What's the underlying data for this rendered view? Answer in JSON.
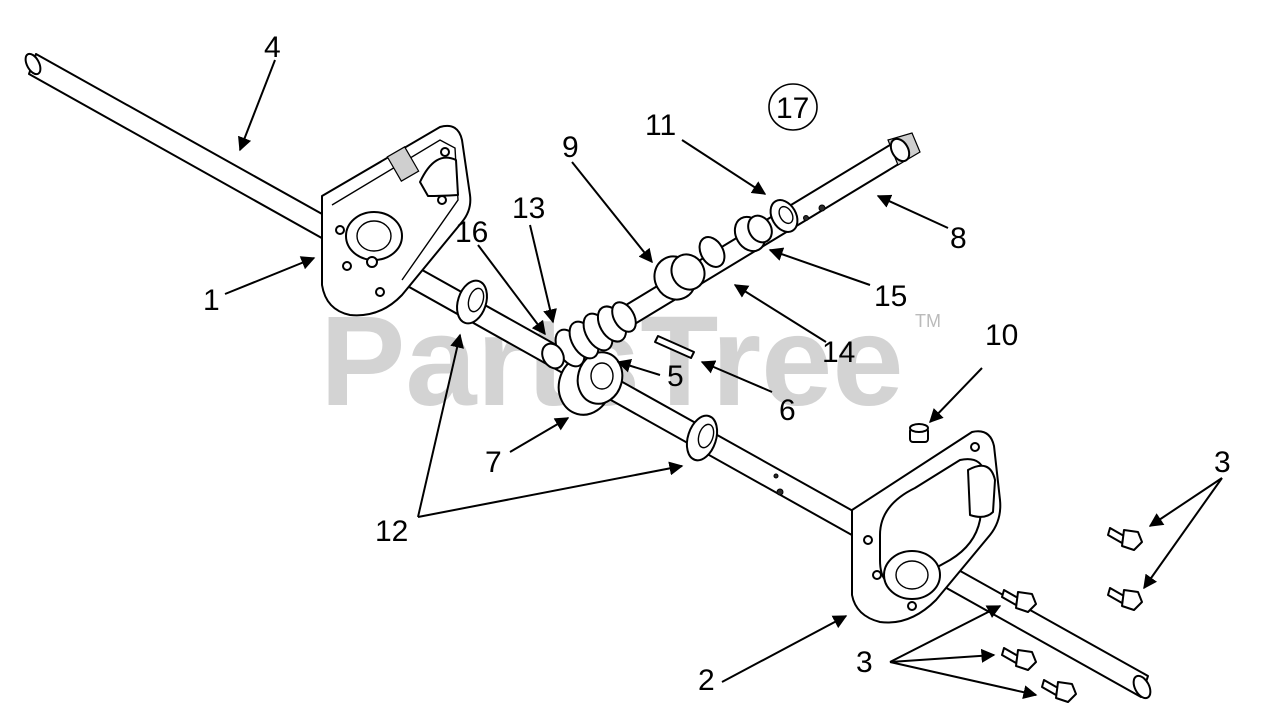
{
  "watermark": {
    "text": "PartsTree",
    "trademark": "TM"
  },
  "callouts": {
    "c1": "1",
    "c2": "2",
    "c3a": "3",
    "c3b": "3",
    "c4": "4",
    "c5": "5",
    "c6": "6",
    "c7": "7",
    "c8": "8",
    "c9": "9",
    "c10": "10",
    "c11": "11",
    "c12": "12",
    "c13": "13",
    "c14": "14",
    "c15": "15",
    "c16": "16",
    "c17": "17"
  },
  "colors": {
    "line": "#000000",
    "watermark": "#cccccc",
    "background": "#ffffff"
  }
}
